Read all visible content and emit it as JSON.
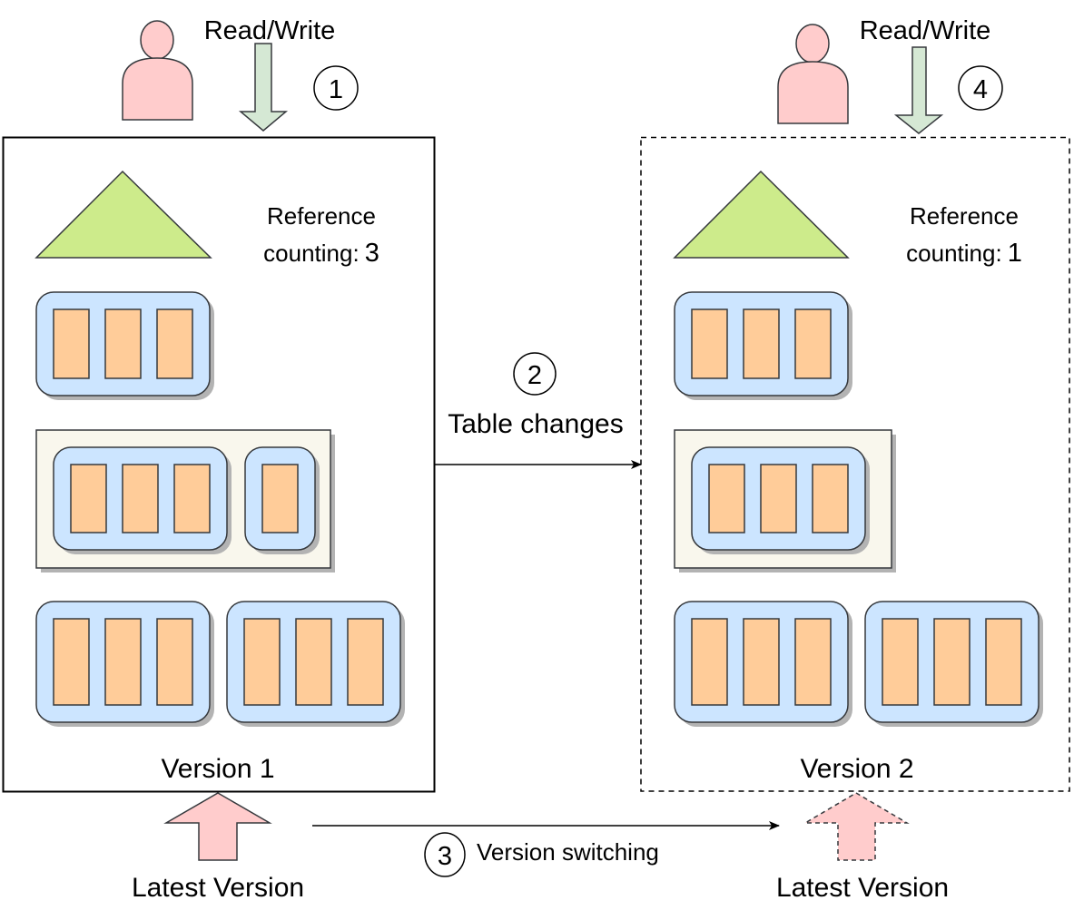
{
  "colors": {
    "person_fill": "#FFCCCC",
    "stroke": "#36393D",
    "arrow_green_fill": "#D5E8D4",
    "triangle_fill": "#CDEB8B",
    "block_fill": "#CCE5FF",
    "cell_fill": "#FFCC99",
    "group_fill": "#F9F7ED",
    "latest_arrow_fill": "#FFCCCC",
    "shadow": "#B3B3B3"
  },
  "versions": [
    {
      "id": "v1",
      "label": "Version 1",
      "border": "solid",
      "reference_label_line1": "Reference",
      "reference_label_line2": "counting:",
      "reference_count": "3",
      "reader": {
        "label": "Read/Write",
        "step": "1"
      },
      "latest_label": "Latest Version",
      "latest_arrow_style": "solid",
      "row1_blocks": [
        3
      ],
      "group_blocks": [
        3,
        1
      ],
      "row3_blocks": [
        3,
        3
      ]
    },
    {
      "id": "v2",
      "label": "Version 2",
      "border": "dashed",
      "reference_label_line1": "Reference",
      "reference_label_line2": "counting:",
      "reference_count": "1",
      "reader": {
        "label": "Read/Write",
        "step": "4"
      },
      "latest_label": "Latest Version",
      "latest_arrow_style": "dashed",
      "row1_blocks": [
        3
      ],
      "group_blocks": [
        3
      ],
      "row3_blocks": [
        3,
        3
      ]
    }
  ],
  "transitions": {
    "table_changes": {
      "step": "2",
      "label": "Table changes"
    },
    "version_switching": {
      "step": "3",
      "label": "Version switching"
    }
  }
}
